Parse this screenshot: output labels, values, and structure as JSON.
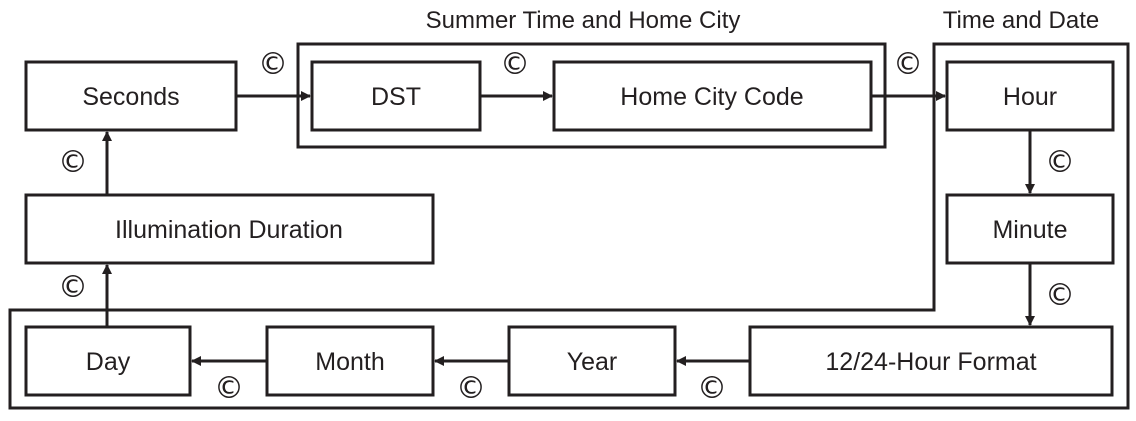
{
  "groups": {
    "summer_home": {
      "label": "Summer Time and Home City"
    },
    "time_date": {
      "label": "Time and Date"
    }
  },
  "nodes": {
    "seconds": "Seconds",
    "dst": "DST",
    "home_city_code": "Home City Code",
    "hour": "Hour",
    "minute": "Minute",
    "format_12_24": "12/24-Hour Format",
    "year": "Year",
    "month": "Month",
    "day": "Day",
    "illumination_duration": "Illumination Duration"
  },
  "button_symbol": "©",
  "colors": {
    "stroke": "#231f20",
    "background": "#ffffff"
  }
}
